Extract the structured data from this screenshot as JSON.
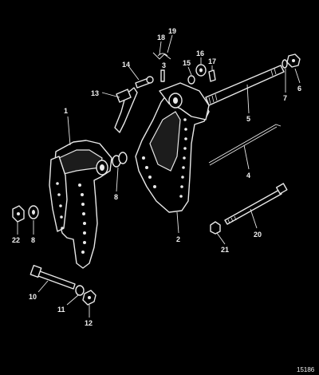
{
  "figure_number": "15186",
  "callouts": {
    "c1": "1",
    "c2": "2",
    "c3": "3",
    "c4": "4",
    "c5": "5",
    "c6": "6",
    "c7": "7",
    "c8a": "8",
    "c8b": "8",
    "c10": "10",
    "c11": "11",
    "c12": "12",
    "c13": "13",
    "c14": "14",
    "c15": "15",
    "c16": "16",
    "c17": "17",
    "c18": "18",
    "c19": "19",
    "c20": "20",
    "c21": "21",
    "c22": "22"
  },
  "colors": {
    "background": "#000000",
    "line_art": "#e8e8e8"
  }
}
